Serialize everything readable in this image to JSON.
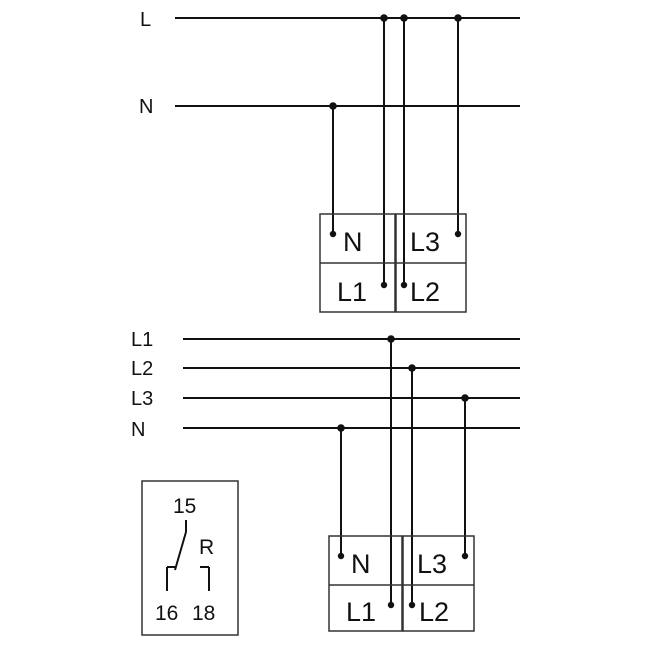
{
  "single_phase": {
    "rails": [
      "L",
      "N"
    ],
    "terminals": [
      "N",
      "L3",
      "L1",
      "L2"
    ]
  },
  "three_phase": {
    "rails": [
      "L1",
      "L2",
      "L3",
      "N"
    ],
    "terminals": [
      "N",
      "L3",
      "L1",
      "L2"
    ]
  },
  "relay": {
    "common": "15",
    "symbol": "R",
    "contact_a": "16",
    "contact_b": "18"
  },
  "colors": {
    "line": "#111111",
    "box": "#333333",
    "background": "#ffffff"
  }
}
